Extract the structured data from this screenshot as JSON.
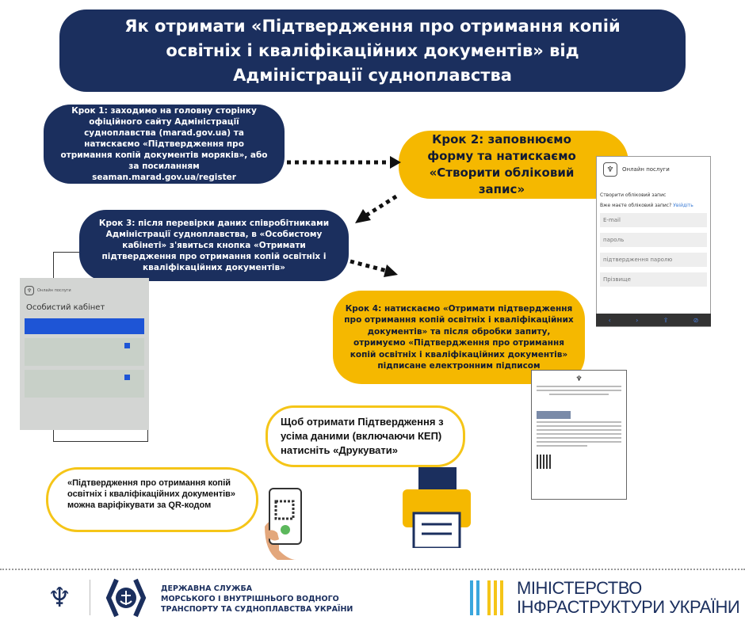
{
  "title": "Як отримати «Підтвердження про отримання копій освітніх і кваліфікаційних документів» від Адміністрації судноплавства",
  "steps": [
    {
      "text": "Крок 1: заходимо на головну сторінку офіційного сайту Адміністрації судноплавства (marad.gov.ua) та натискаємо «Підтвердження про отримання копій документів моряків», або за посиланням seaman.marad.gov.ua/register"
    },
    {
      "text": "Крок 2: заповнюємо форму та натискаємо «Створити обліковий запис»"
    },
    {
      "text": "Крок 3: після перевірки даних співробітниками Адміністрації судноплавства, в «Особистому кабінеті» з'явиться кнопка «Отримати підтвердження про отримання копій освітніх і кваліфікаційних документів»"
    },
    {
      "text": "Крок 4: натискаємо «Отримати підтвердження про отримання копій освітніх і кваліфікаційних документів»  та після обробки запиту, отримуємо «Підтвердження про отримання копій освітніх і кваліфікаційних документів» підписане електронним підписом"
    }
  ],
  "print_note": "Щоб отримати Підтвердження з усіма даними (включаючи  КЕП) натисніть «Друкувати»",
  "qr_note": "«Підтвердження про отримання копій освітніх і кваліфікаційних документів» можна варіфікувати за QR-кодом",
  "form_screenshot": {
    "service": "Онлайн послуги",
    "heading": "Створити обліковий запис",
    "have_account": "Вже маєте обліковий запис?",
    "login_link": "Увійдіть",
    "fields": [
      "E-mail",
      "пароль",
      "підтвердження паролю",
      "Прізвище"
    ]
  },
  "cabinet_screenshot": {
    "service": "Онлайн послуги",
    "heading": "Особистий кабінет"
  },
  "footer": {
    "agency": [
      "ДЕРЖАВНА СЛУЖБА",
      "МОРСЬКОГО І ВНУТРІШНЬОГО ВОДНОГО",
      "ТРАНСПОРТУ ТА СУДНОПЛАВСТВА УКРАЇНИ"
    ],
    "ministry": [
      "МІНІСТЕРСТВО",
      "ІНФРАСТРУКТУРИ УКРАЇНИ"
    ]
  },
  "colors": {
    "navy": "#1b2f5e",
    "yellow": "#f5b800"
  }
}
